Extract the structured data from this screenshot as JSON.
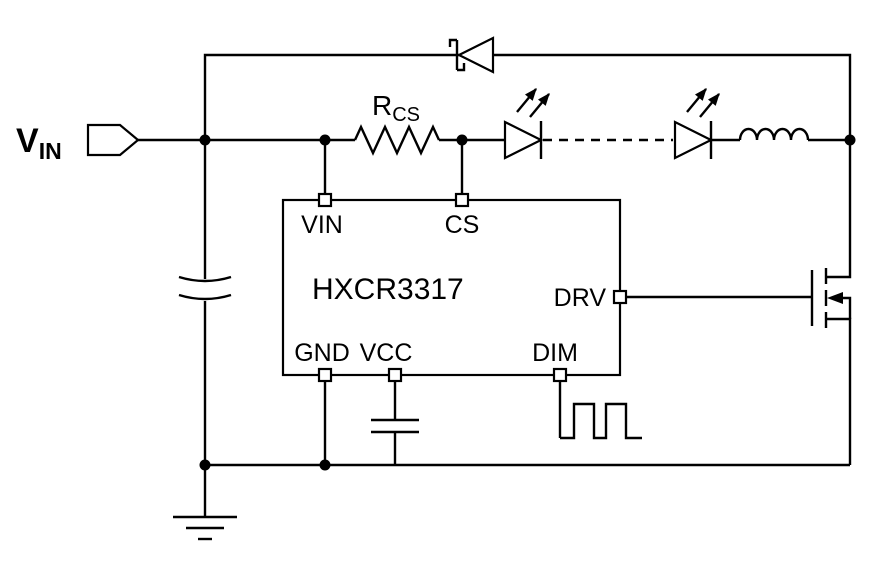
{
  "labels": {
    "vin_main": "V",
    "vin_sub": "IN",
    "rcs_main": "R",
    "rcs_sub": "CS"
  },
  "ic": {
    "part_number": "HXCR3317",
    "pins": {
      "vin": "VIN",
      "cs": "CS",
      "drv": "DRV",
      "gnd": "GND",
      "vcc": "VCC",
      "dim": "DIM"
    }
  },
  "colors": {
    "stroke": "#000000",
    "background": "#ffffff"
  }
}
